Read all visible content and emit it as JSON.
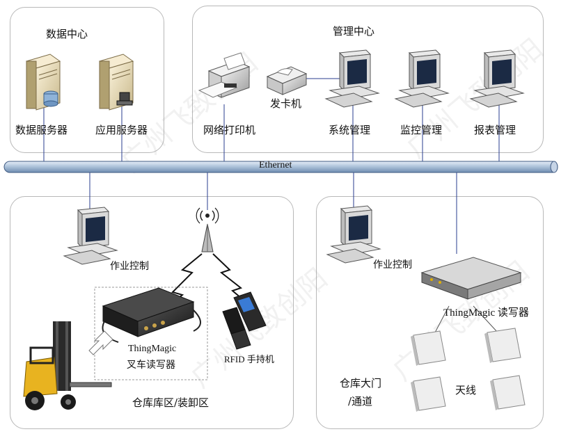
{
  "zones": {
    "data_center": "数据中心",
    "management_center": "管理中心",
    "warehouse_area": "仓库库区/装卸区",
    "gate_line1": "仓库大门",
    "gate_line2": "/通道"
  },
  "devices": {
    "data_server": "数据服务器",
    "app_server": "应用服务器",
    "network_printer": "网络打印机",
    "card_issuer": "发卡机",
    "system_mgmt": "系统管理",
    "monitor_mgmt": "监控管理",
    "report_mgmt": "报表管理",
    "ops_control_left": "作业控制",
    "ops_control_right": "作业控制",
    "forklift_reader_line1": "ThingMagic",
    "forklift_reader_line2": "叉车读写器",
    "rfid_handheld": "RFID 手持机",
    "gate_reader": "ThingMagic 读写器",
    "antenna": "天线"
  },
  "network": {
    "bus_label": "Ethernet"
  },
  "watermark": "广州飞致创阳"
}
